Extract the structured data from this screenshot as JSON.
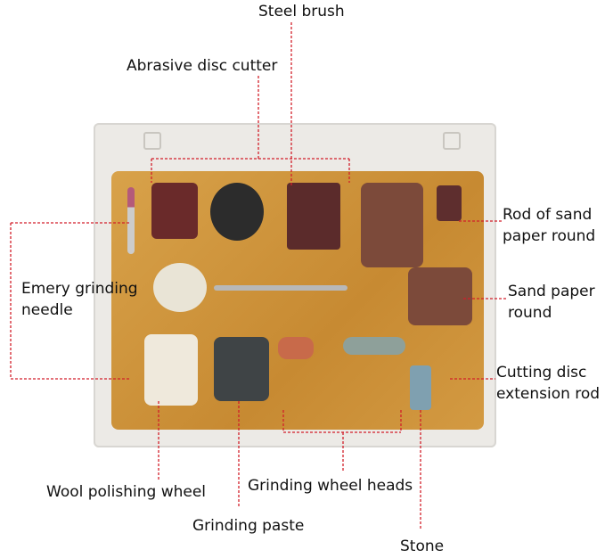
{
  "labels": {
    "steel_brush": "Steel brush",
    "abrasive_disc_cutter": "Abrasive disc cutter",
    "rod_of_sand_paper_round_1": "Rod of sand",
    "rod_of_sand_paper_round_2": "paper round",
    "emery_grinding_needle_1": "Emery grinding",
    "emery_grinding_needle_2": "needle",
    "sand_paper_round_1": "Sand paper",
    "sand_paper_round_2": "round",
    "cutting_disc_extension_rod_1": "Cutting disc",
    "cutting_disc_extension_rod_2": "extension rod",
    "wool_polishing_wheel": "Wool polishing wheel",
    "grinding_wheel_heads": "Grinding wheel heads",
    "grinding_paste": "Grinding paste",
    "stone": "Stone"
  },
  "colors": {
    "annotation_line": "#d21f2a",
    "tray": "#d39a42"
  }
}
